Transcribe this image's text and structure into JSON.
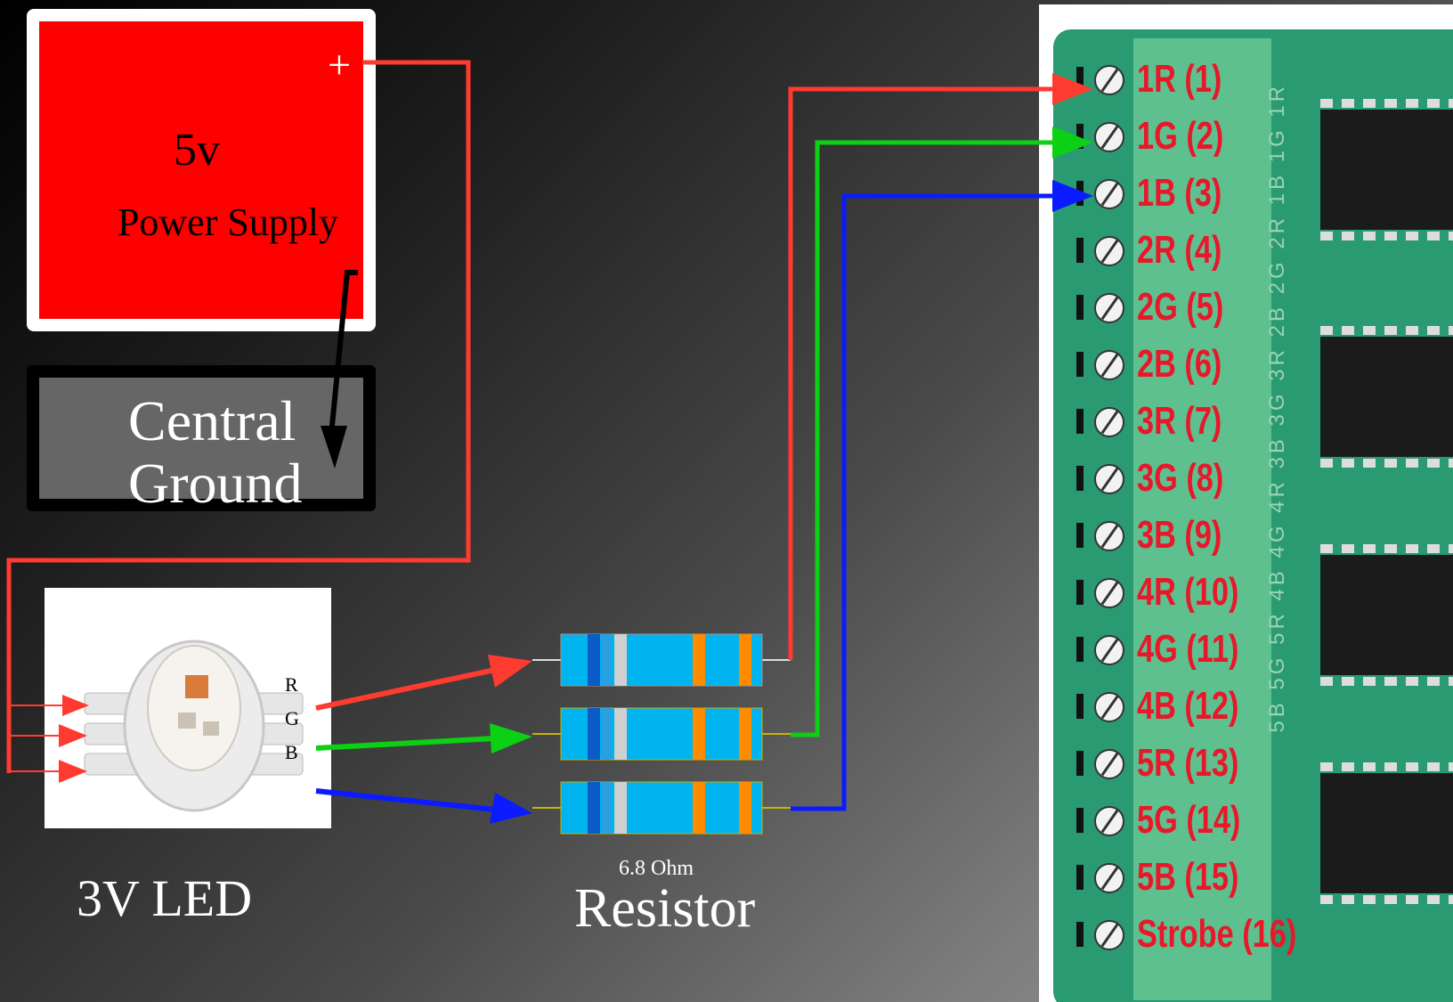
{
  "power_supply": {
    "voltage": "5v",
    "name": "Power Supply",
    "plus_sign": "+"
  },
  "ground": {
    "line1": "Central",
    "line2": "Ground"
  },
  "led": {
    "label": "3V LED",
    "pins": [
      "R",
      "G",
      "B"
    ]
  },
  "resistor": {
    "value": "6.8 Ohm",
    "label": "Resistor"
  },
  "board": {
    "terminals": [
      "1R (1)",
      "1G (2)",
      "1B (3)",
      "2R (4)",
      "2G (5)",
      "2B (6)",
      "3R (7)",
      "3G (8)",
      "3B (9)",
      "4R (10)",
      "4G (11)",
      "4B (12)",
      "5R (13)",
      "5G (14)",
      "5B (15)",
      "Strobe (16)"
    ],
    "silkscreen": "5B 5G 5R 4B 4G 4R 3B 3G 3R 2B 2G 2R 1B 1G 1R"
  },
  "colors": {
    "red": "#ff3b30",
    "green": "#0bd014",
    "blue": "#0a1cff",
    "supply": "#ff0000",
    "terminal_text": "#e8182a"
  }
}
